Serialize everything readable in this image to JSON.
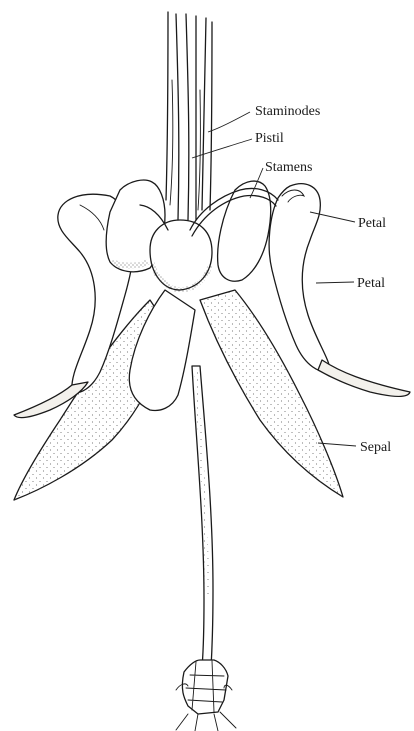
{
  "labels": {
    "staminodes": "Staminodes",
    "pistil": "Pistil",
    "stamens": "Stamens",
    "petal_upper": "Petal",
    "petal_lower": "Petal",
    "sepal": "Sepal"
  },
  "colors": {
    "ink": "#1a1a1a",
    "paper": "#ffffff",
    "stipple": "#555555"
  }
}
